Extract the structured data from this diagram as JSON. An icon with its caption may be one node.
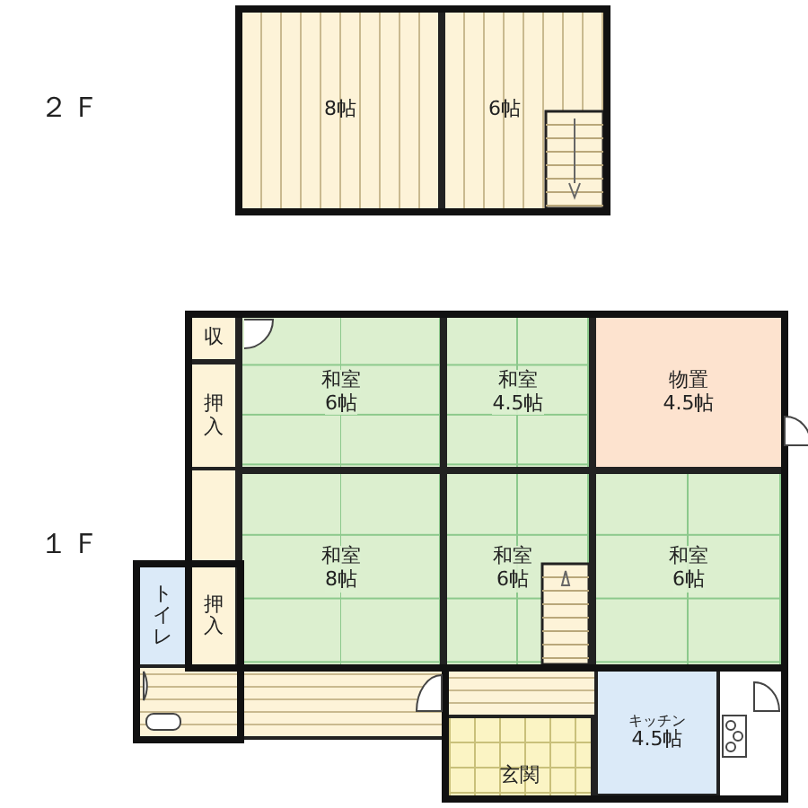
{
  "diagram": {
    "nodes": [
      {
        "text": [
          "8帖"
        ]
      },
      {
        "text": [
          "6帖"
        ]
      },
      {
        "text": [
          "収"
        ]
      },
      {
        "text": [
          "押入"
        ]
      },
      {
        "text": [
          "和室",
          "6帖"
        ]
      },
      {
        "text": [
          "和室",
          "4.5帖"
        ]
      },
      {
        "text": [
          "物置",
          "4.5帖"
        ]
      },
      {
        "text": [
          "和室",
          "8帖"
        ]
      },
      {
        "text": [
          "和室",
          "6帖"
        ]
      },
      {
        "text": [
          "和室",
          "6帖"
        ]
      },
      {
        "text": [
          "トイレ"
        ]
      },
      {
        "text": [
          "押入"
        ]
      },
      {
        "text": [
          "キッチン",
          "4.5帖"
        ]
      },
      {
        "text": [
          "玄関"
        ]
      },
      {
        "text": [],
        "shape": "stairs",
        "in": 1
      },
      {
        "text": [],
        "shape": "box"
      },
      {
        "text": [],
        "shape": "stairs",
        "in": 8
      },
      {
        "text": [],
        "shape": "box"
      },
      {
        "text": [],
        "shape": "box"
      }
    ],
    "labels": [
      "２Ｆ",
      "１Ｆ"
    ]
  }
}
